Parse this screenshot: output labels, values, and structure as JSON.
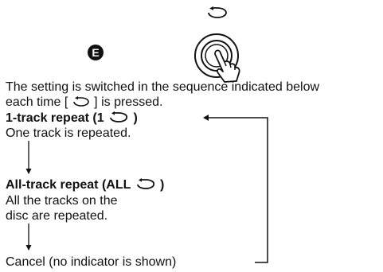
{
  "step": {
    "marker": "E"
  },
  "intro": {
    "line1": "The setting is switched in the sequence indicated below",
    "line2_before": "each time [",
    "line2_after": "] is pressed."
  },
  "modes": [
    {
      "title_before": "1-track repeat (1",
      "title_after": ")",
      "desc": [
        "One track is repeated."
      ]
    },
    {
      "title_before": "All-track repeat (ALL",
      "title_after": ")",
      "desc": [
        "All the tracks on the",
        "disc are repeated."
      ]
    },
    {
      "title": "Cancel (no indicator is shown)"
    }
  ],
  "icons": {
    "repeat": "repeat-icon",
    "hand": "finger-pressing-button-icon"
  }
}
